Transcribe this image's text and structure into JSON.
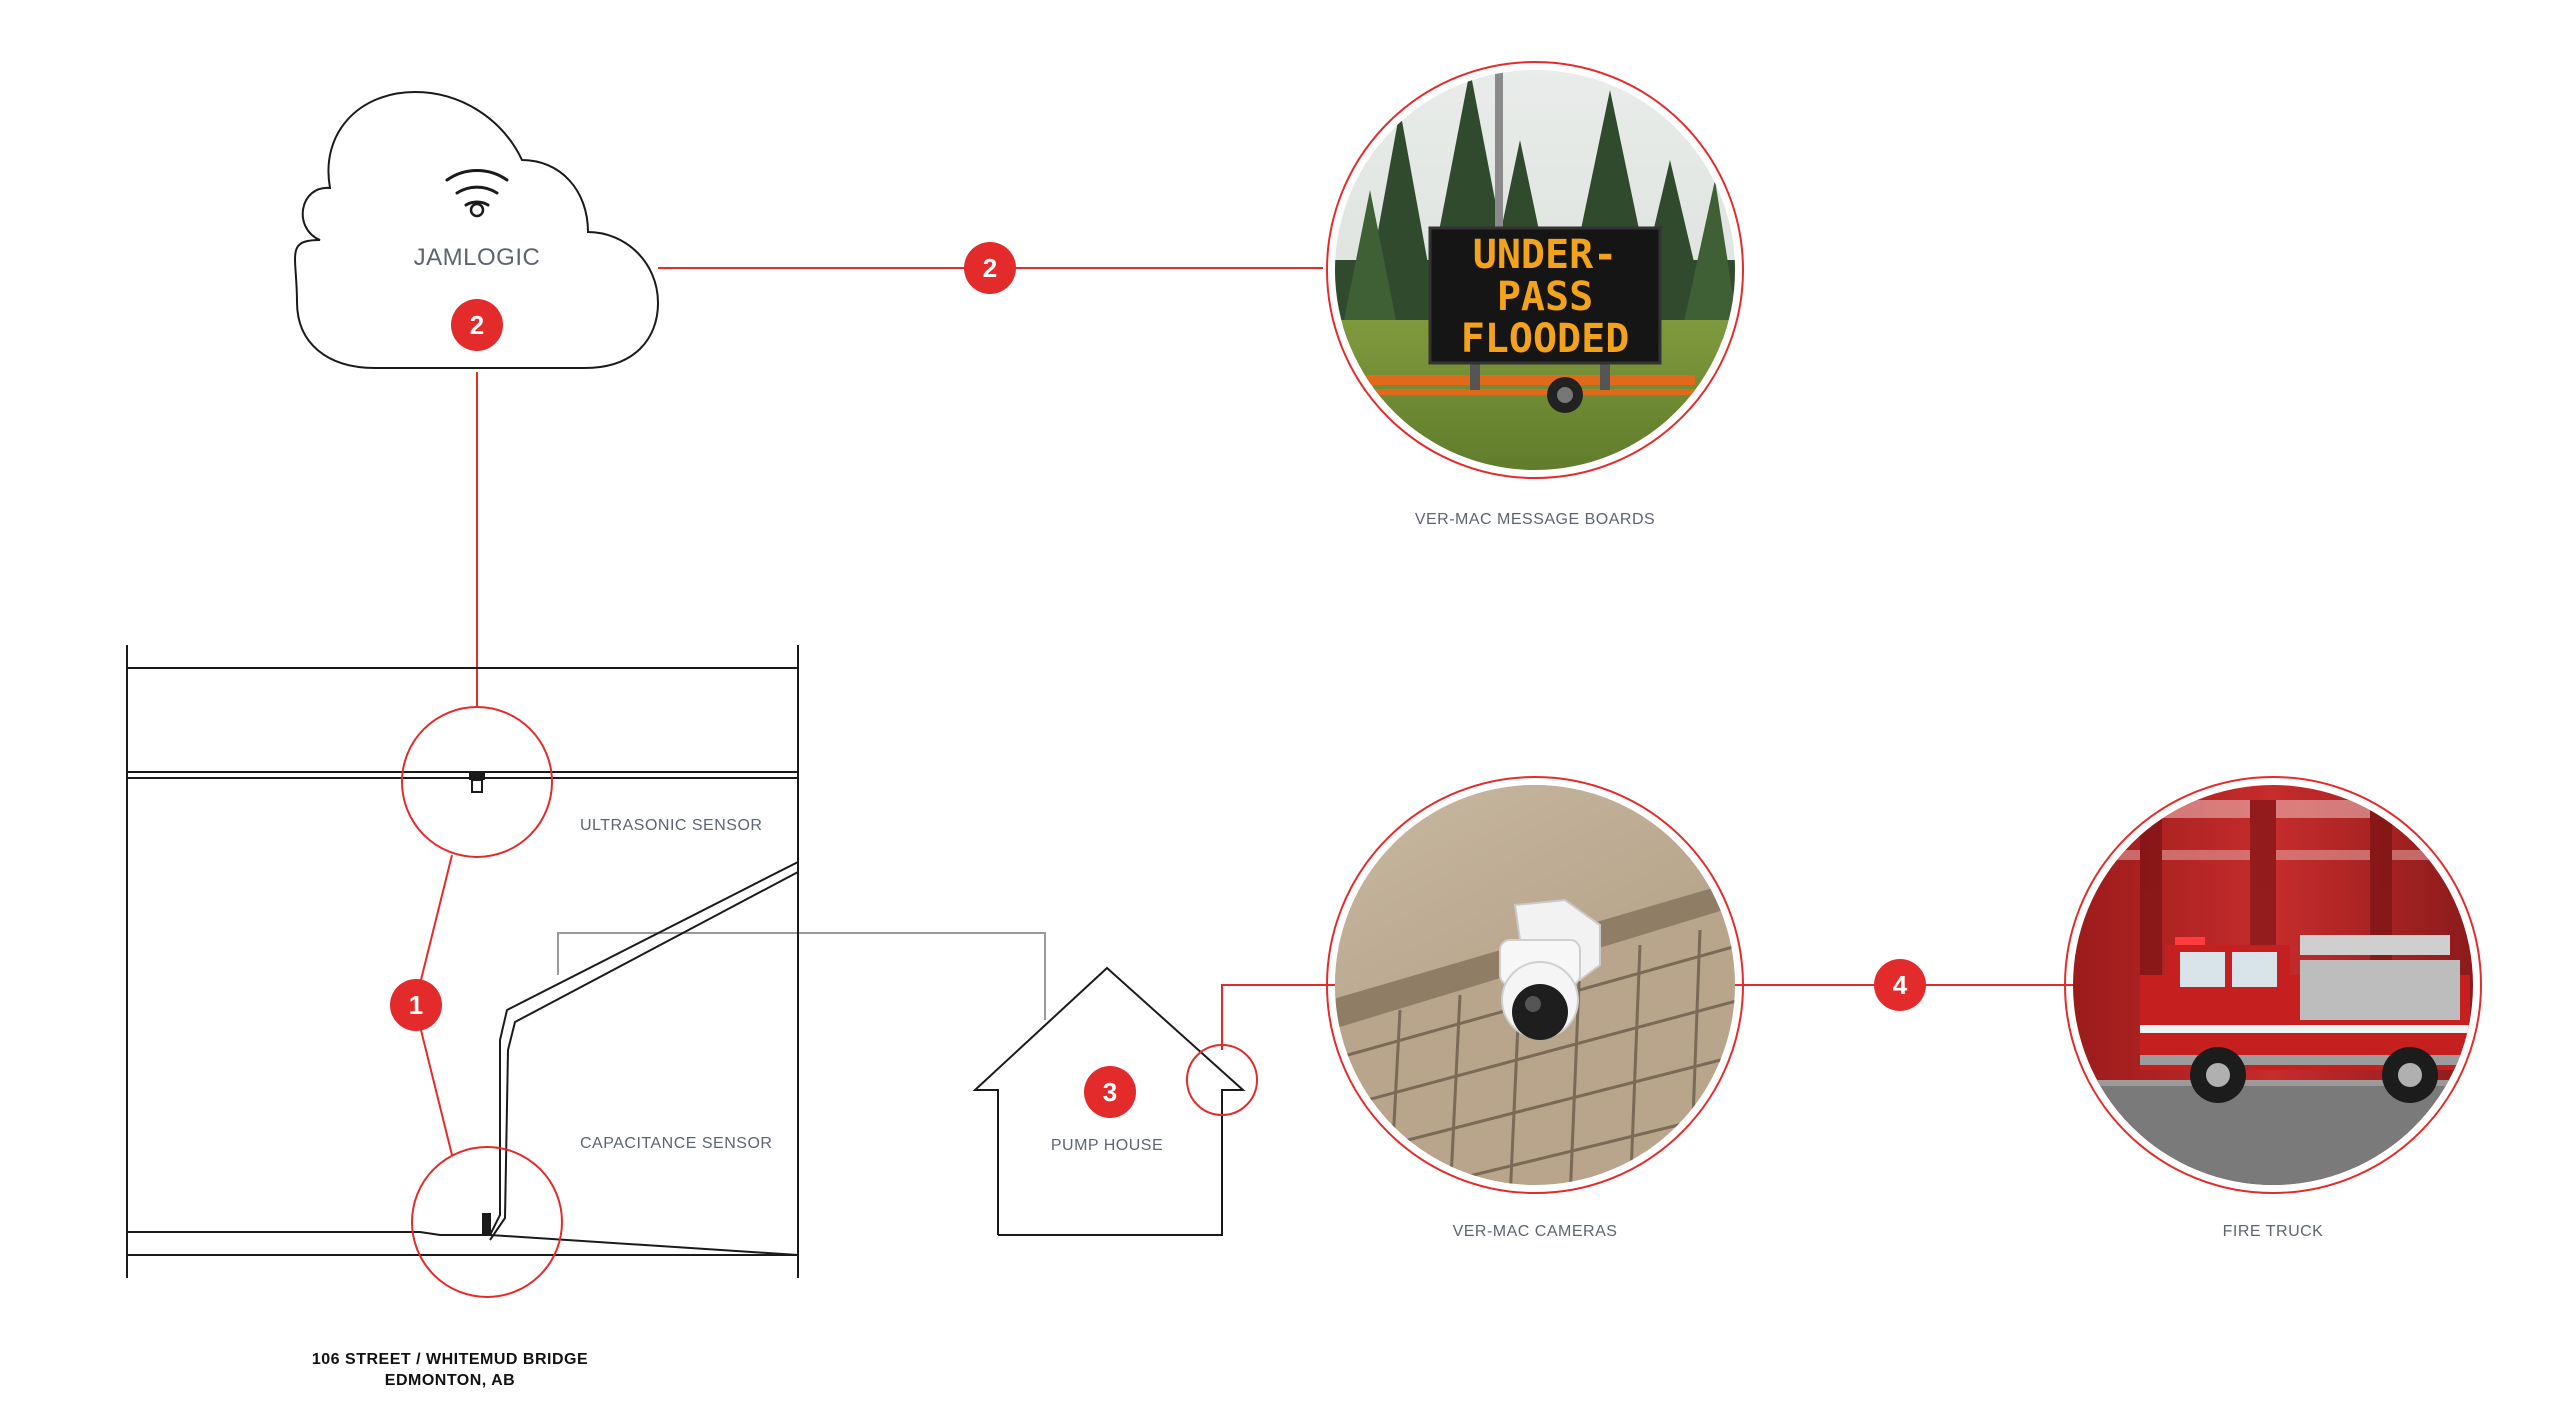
{
  "colors": {
    "accent": "#e32b2b",
    "line": "#1a1a1a",
    "gray_line": "#9a9a9a",
    "label": "#5d6470",
    "caption": "#111111"
  },
  "cloud": {
    "title": "JAMLOGIC",
    "icon": "wifi-icon",
    "badge": "2"
  },
  "links": {
    "cloud_to_boards_badge": "2",
    "cameras_to_firetruck_badge": "4"
  },
  "message_board": {
    "caption": "VER-MAC MESSAGE BOARDS",
    "sign_lines": [
      "UNDER-",
      "PASS",
      "FLOODED"
    ]
  },
  "bridge": {
    "ultrasonic_label": "ULTRASONIC SENSOR",
    "capacitance_label": "CAPACITANCE SENSOR",
    "sensors_badge": "1",
    "location_line1": "106 STREET / WHITEMUD BRIDGE",
    "location_line2": "EDMONTON, AB"
  },
  "pump_house": {
    "badge": "3",
    "label": "PUMP HOUSE"
  },
  "cameras": {
    "caption": "VER-MAC CAMERAS"
  },
  "fire_truck": {
    "caption": "FIRE TRUCK"
  }
}
